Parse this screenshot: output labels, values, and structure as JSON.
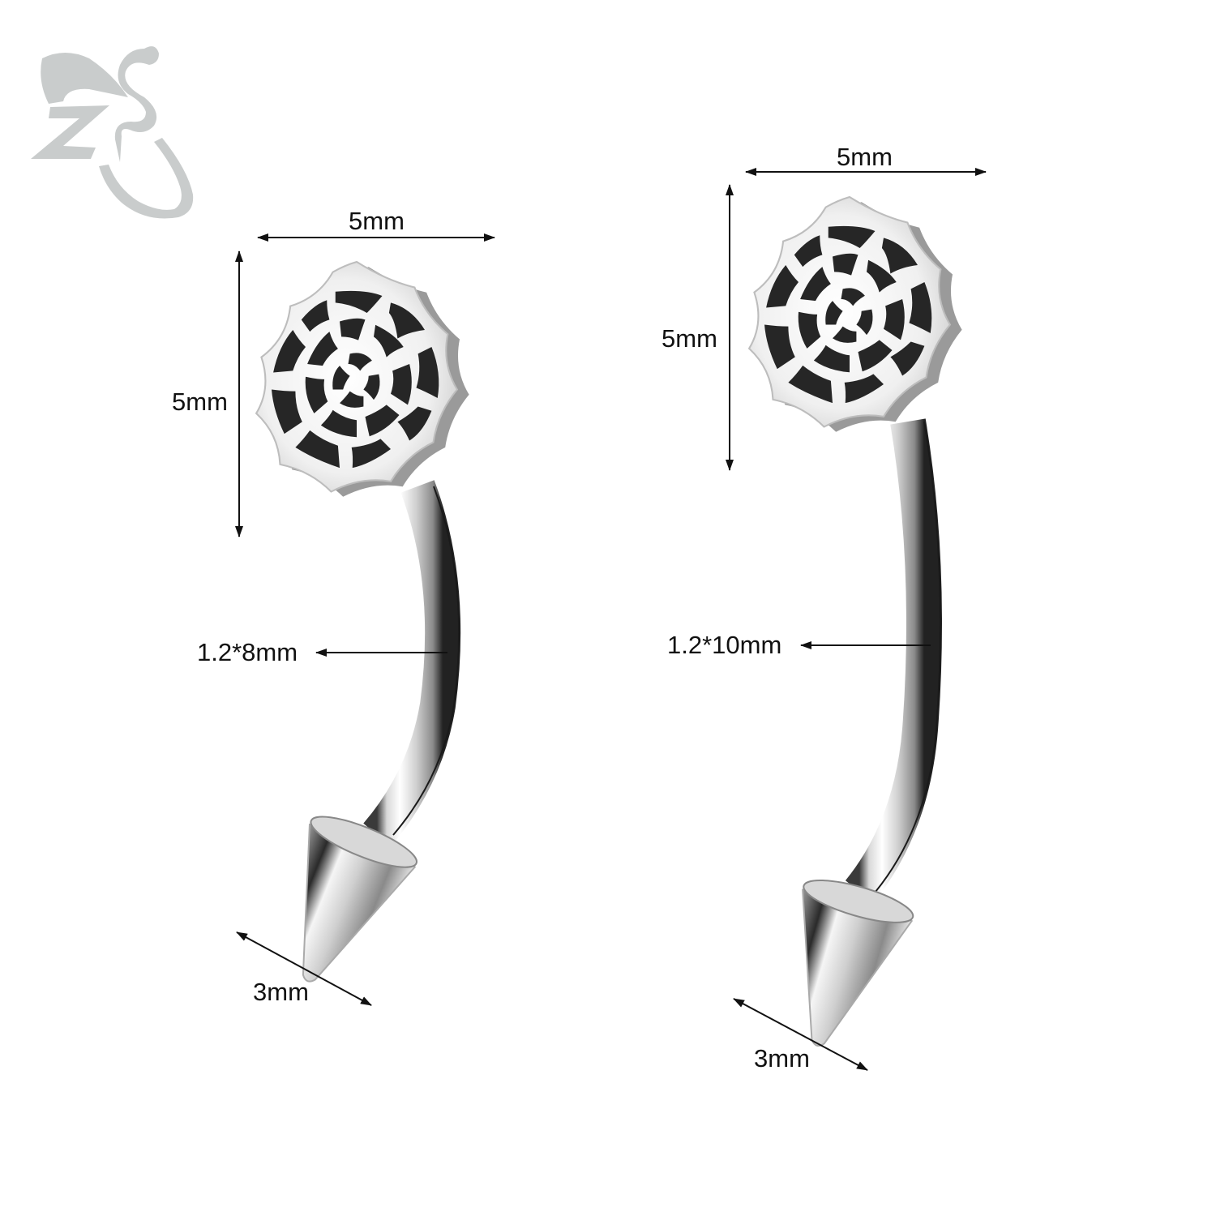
{
  "brand": {
    "logo_text": "ZS",
    "logo_color": "#c9cccc"
  },
  "products": [
    {
      "name": "spiderweb-curved-barbell-8mm",
      "head_width": "5mm",
      "head_height": "5mm",
      "bar_spec": "1.2*8mm",
      "spike_size": "3mm"
    },
    {
      "name": "spiderweb-curved-barbell-10mm",
      "head_width": "5mm",
      "head_height": "5mm",
      "bar_spec": "1.2*10mm",
      "spike_size": "3mm"
    }
  ],
  "colors": {
    "metal_light": "#f4f4f4",
    "metal_mid": "#b9b9b9",
    "metal_dark": "#5a5a5a",
    "web_gap": "#262626",
    "annotation": "#111111"
  }
}
